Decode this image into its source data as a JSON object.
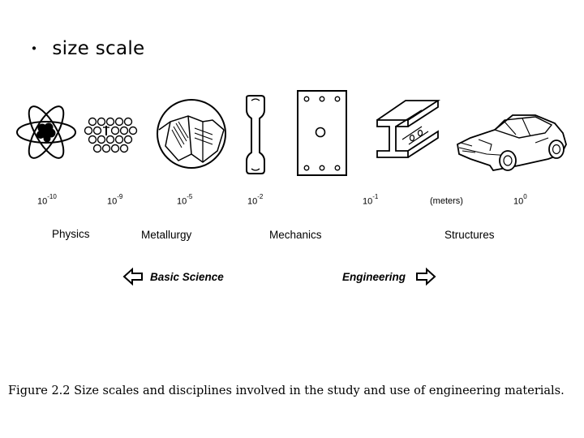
{
  "slide": {
    "bullet": "・",
    "title": "size scale"
  },
  "scale": [
    {
      "base": "10",
      "exp": "-10"
    },
    {
      "base": "10",
      "exp": "-9"
    },
    {
      "base": "10",
      "exp": "-5"
    },
    {
      "base": "10",
      "exp": "-2"
    },
    {
      "base": "10",
      "exp": "-1"
    },
    {
      "text": "(meters)"
    },
    {
      "base": "10",
      "exp": "0"
    }
  ],
  "disciplines": [
    "Physics",
    "Metallurgy",
    "Mechanics",
    "Structures"
  ],
  "directions": {
    "left": "Basic Science",
    "right": "Engineering"
  },
  "caption": "Figure 2.2 Size scales and disciplines involved in the study and use of engineering materials."
}
